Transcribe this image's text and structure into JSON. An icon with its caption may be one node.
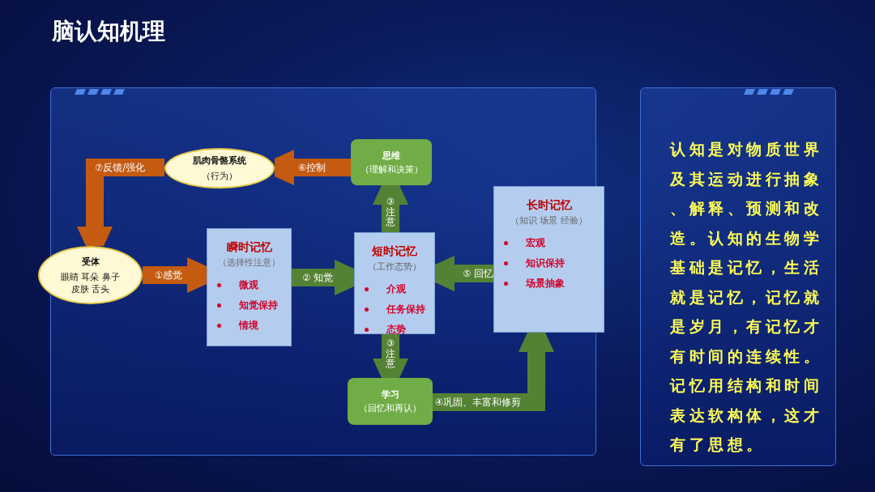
{
  "diagram": {
    "title": "脑认知机理",
    "nodes": [
      {
        "text": [
          "肌肉骨骼系统",
          "（行为）"
        ]
      },
      {
        "text": [
          "思维",
          "（理解和决策）"
        ]
      },
      {
        "text": [
          "受体",
          "眼睛 耳朵 鼻子皮肤 舌头"
        ]
      },
      {
        "text": [
          "瞬时记忆",
          "（选择性注意）",
          "微观",
          "知觉保持",
          "情境"
        ]
      },
      {
        "text": [
          "短时记忆",
          "（工作态势）",
          "介观",
          "任务保持",
          "态势"
        ]
      },
      {
        "text": [
          "长时记忆",
          "（知识 场景 经验）",
          "宏观",
          "知识保持",
          "场景抽象"
        ]
      },
      {
        "text": [
          "学习",
          "（回忆和再认）"
        ]
      },
      {
        "text": [
          "认知是对物质世界及其运动进行抽象、解释、预测和改造。认知的生物学基础是记忆，生活就是记忆，记忆就是岁月，有记忆才有时间的连续性。记忆用结构和时间表达软构体，这才有了思想。"
        ]
      }
    ],
    "edges": [
      {
        "from": 1,
        "to": 0,
        "arrow": "to",
        "label": "⑥控制",
        "color": "#c55a11"
      },
      {
        "from": 0,
        "to": 2,
        "arrow": "to",
        "label": "⑦反馈/强化",
        "color": "#c55a11"
      },
      {
        "from": 2,
        "to": 3,
        "arrow": "to",
        "label": "①感觉",
        "color": "#c55a11"
      },
      {
        "from": 3,
        "to": 4,
        "arrow": "to",
        "label": "② 知觉"
      },
      {
        "from": 4,
        "to": 1,
        "arrow": "to",
        "label": "③注意"
      },
      {
        "from": 4,
        "to": 6,
        "arrow": "to",
        "label": "③注意"
      },
      {
        "from": 5,
        "to": 4,
        "arrow": "to",
        "label": "⑤ 回忆"
      },
      {
        "from": 6,
        "to": 5,
        "arrow": "to",
        "label": "④巩固、丰富和修剪"
      }
    ]
  }
}
